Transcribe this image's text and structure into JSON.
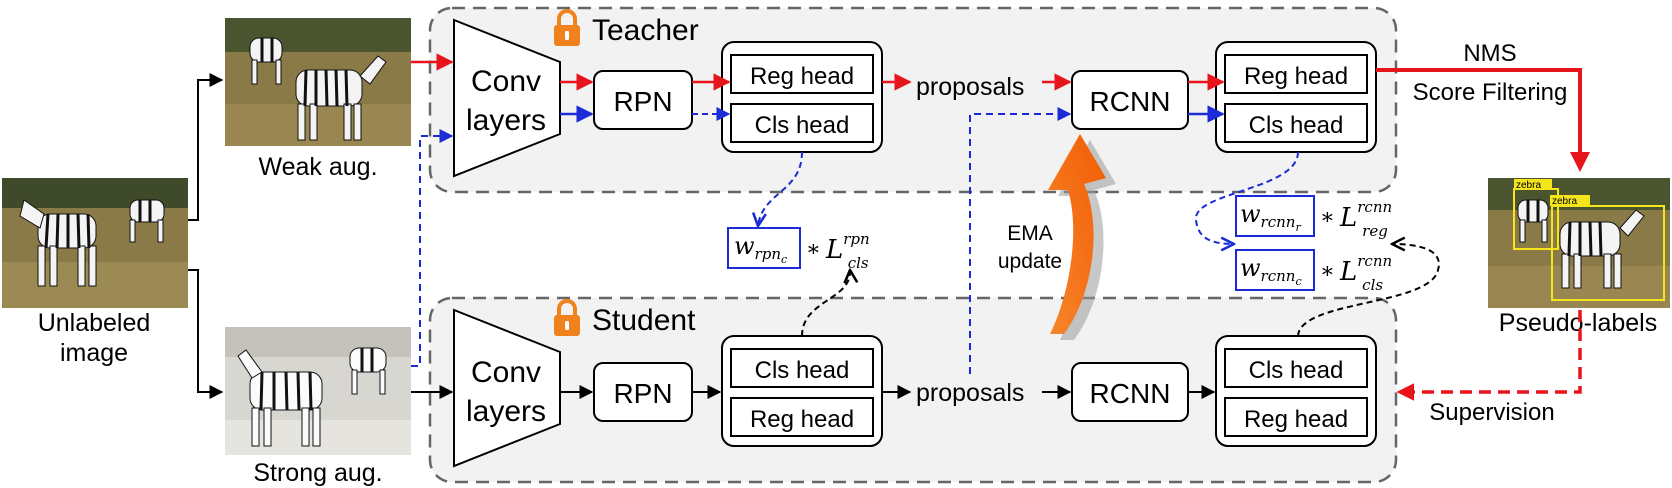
{
  "teacher": {
    "title": "Teacher",
    "conv": [
      "Conv",
      "layers"
    ],
    "rpn": "RPN",
    "rpn_heads": [
      "Reg head",
      "Cls head"
    ],
    "proposals": "proposals",
    "rcnn": "RCNN",
    "rcnn_heads": [
      "Reg head",
      "Cls head"
    ]
  },
  "student": {
    "title": "Student",
    "conv": [
      "Conv",
      "layers"
    ],
    "rpn": "RPN",
    "rpn_heads": [
      "Cls head",
      "Reg head"
    ],
    "proposals": "proposals",
    "rcnn": "RCNN",
    "rcnn_heads": [
      "Cls head",
      "Reg head"
    ]
  },
  "inputs": {
    "unlabeled": [
      "Unlabeled",
      "image"
    ],
    "weak": "Weak aug.",
    "strong": "Strong aug."
  },
  "filtering": [
    "NMS",
    "Score Filtering"
  ],
  "pseudo_labels": {
    "label": "Pseudo-labels",
    "box_label": "zebra"
  },
  "supervision": "Supervision",
  "ema": [
    "EMA",
    "update"
  ],
  "losses": {
    "rpn_cls": {
      "weight_base": "w",
      "weight_sub": "rpn",
      "weight_subsub": "c",
      "loss_base": "L",
      "loss_sup": "rpn",
      "loss_sub": "cls"
    },
    "rcnn_reg": {
      "weight_base": "w",
      "weight_sub": "rcnn",
      "weight_subsub": "r",
      "loss_base": "L",
      "loss_sup": "rcnn",
      "loss_sub": "reg"
    },
    "rcnn_cls": {
      "weight_base": "w",
      "weight_sub": "rcnn",
      "weight_subsub": "c",
      "loss_base": "L",
      "loss_sup": "rcnn",
      "loss_sub": "cls"
    }
  },
  "colors": {
    "teacher_flow": "#e8141c",
    "strong_flow": "#1b2bd6",
    "supervision": "#e8141c",
    "ema": "#f26b0f",
    "panel_fill": "#f2f2f2",
    "panel_border": "#666666",
    "lock": "#f0821e",
    "weight_box": "#1b2bd6",
    "pseudo_box": "#f5e51b"
  },
  "icons": {
    "lock": "lock-icon"
  }
}
